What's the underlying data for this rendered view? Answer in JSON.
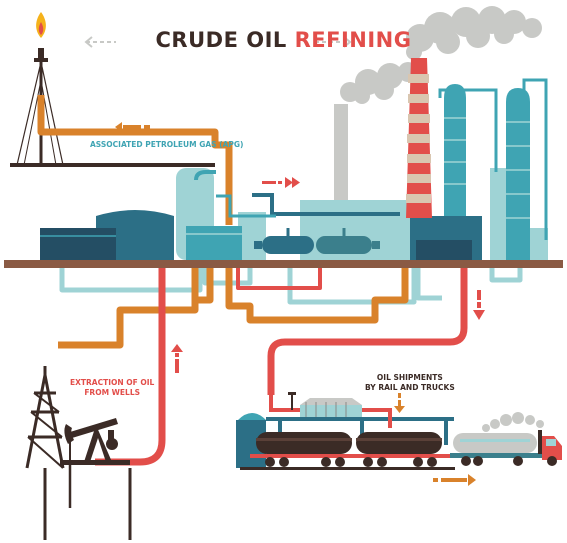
{
  "title": {
    "part1": "CRUDE OIL ",
    "part2": "REFINING"
  },
  "labels": {
    "apg": "ASSOCIATED PETROLEUM GAS (APG)",
    "extraction_line1": "EXTRACTION OF OIL",
    "extraction_line2": "FROM WELLS",
    "shipments_line1": "OIL SHIPMENTS",
    "shipments_line2": "BY RAIL AND TRUCKS"
  },
  "colors": {
    "dark_brown": "#3b2b26",
    "red": "#e24e4a",
    "orange": "#d9822b",
    "teal_dark": "#2c6f86",
    "teal": "#3fa4b3",
    "teal_light": "#9fd3d5",
    "smoke": "#c8c9c6",
    "flame": "#f5b21b"
  }
}
